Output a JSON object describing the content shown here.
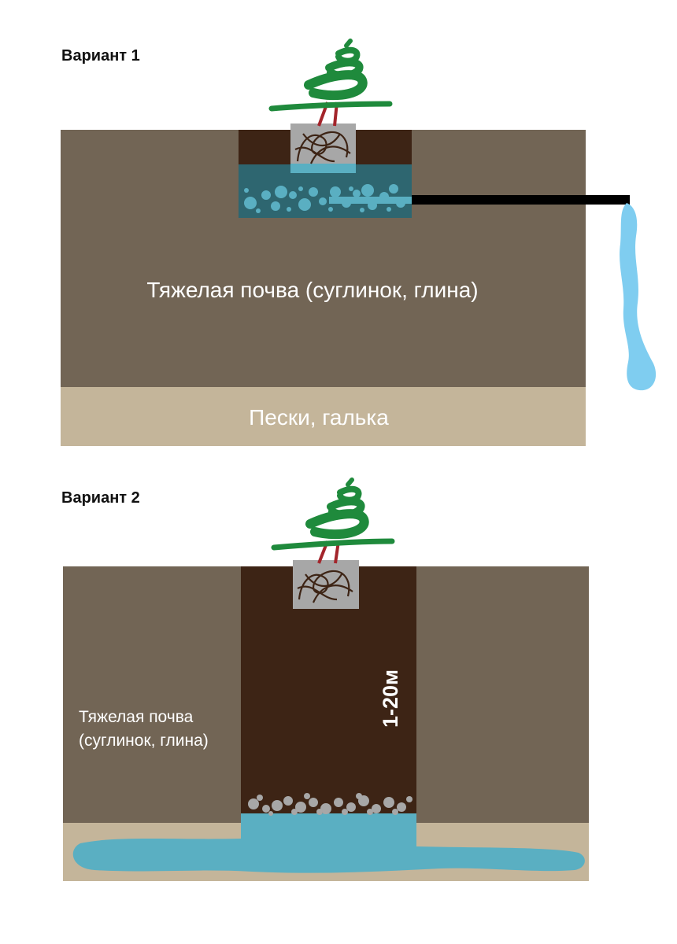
{
  "variant1": {
    "title": "Вариант 1",
    "heavy_soil_label": "Тяжелая почва (суглинок, глина)",
    "sand_label": "Пески, галька"
  },
  "variant2": {
    "title": "Вариант 2",
    "heavy_soil_line1": "Тяжелая почва",
    "heavy_soil_line2": "(суглинок, глина)",
    "depth_label": "1-20м"
  },
  "colors": {
    "heavy_soil": "#726555",
    "sand": "#c4b59a",
    "planting_soil": "#3d2415",
    "water": "#5aafc2",
    "drain_stones": "#2e6670",
    "pipe": "#000000",
    "outflow_water": "#7fcdf0",
    "tree": "#1f8a3c",
    "root_ball": "#a7a7a7"
  },
  "icons": [
    "tree-icon",
    "root-ball-icon",
    "drain-pipe-icon",
    "water-outflow-icon"
  ]
}
